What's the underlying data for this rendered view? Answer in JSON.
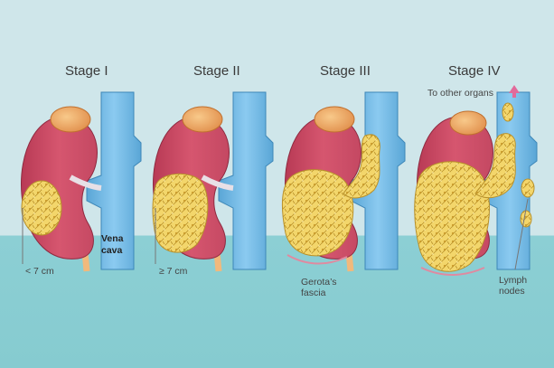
{
  "stages": [
    {
      "title": "Stage I"
    },
    {
      "title": "Stage II"
    },
    {
      "title": "Stage III"
    },
    {
      "title": "Stage IV"
    }
  ],
  "labels": {
    "vena_cava_line1": "Vena",
    "vena_cava_line2": "cava",
    "size_stage1": "< 7 cm",
    "size_stage2": "≥ 7 cm",
    "gerota_line1": "Gerota’s",
    "gerota_line2": "fascia",
    "other_organs": "To other organs",
    "lymph_line1": "Lymph",
    "lymph_line2": "nodes"
  },
  "colors": {
    "background_top": "#cfe6ea",
    "background_bottom": "#8ccfd4",
    "kidney": "#c84a63",
    "vena_cava": "#6fb6df",
    "tumor": "#f2d56a",
    "adrenal": "#f0a564",
    "arrow": "#e26a9a"
  }
}
